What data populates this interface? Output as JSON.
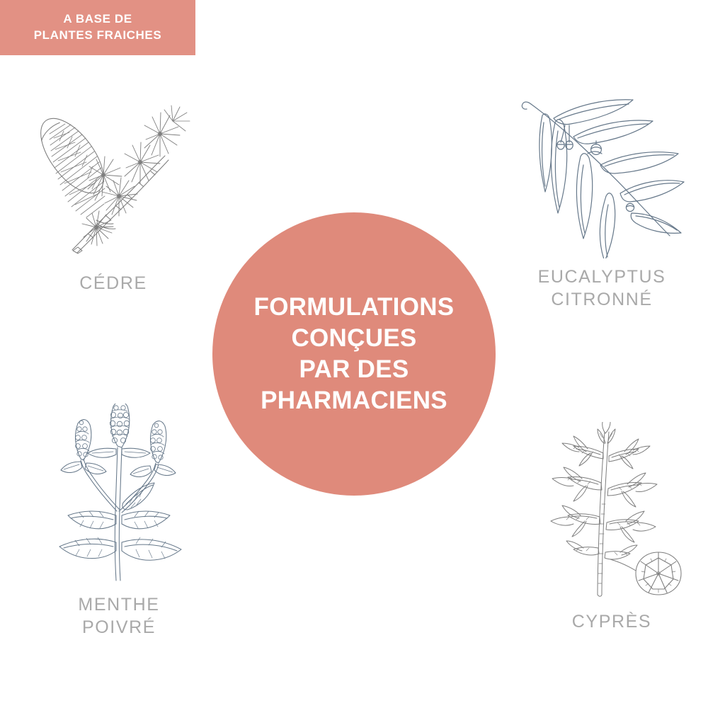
{
  "colors": {
    "background": "#ffffff",
    "banner_coral": "#e29184",
    "circle_coral": "#df8a7b",
    "label_gray": "#a9a9a9",
    "illustration_warm_gray": "#7d7d7d",
    "illustration_blue_gray": "#66788a",
    "text_white": "#ffffff"
  },
  "banner": {
    "line1": "A BASE DE",
    "line2": "PLANTES FRAICHES"
  },
  "circle": {
    "line1": "FORMULATIONS",
    "line2": "CONÇUES",
    "line3": "PAR DES",
    "line4": "PHARMACIENS"
  },
  "plants": [
    {
      "id": "cedre",
      "label": "CÉDRE",
      "icon": "cedar-branch-illustration",
      "position": "top-left"
    },
    {
      "id": "eucalyptus",
      "label": "EUCALYPTUS\nCITRONNÉ",
      "icon": "eucalyptus-branch-illustration",
      "position": "top-right"
    },
    {
      "id": "menthe",
      "label": "MENTHE\nPOIVRÉ",
      "icon": "peppermint-plant-illustration",
      "position": "bottom-left"
    },
    {
      "id": "cypres",
      "label": "CYPRÈS",
      "icon": "cypress-branch-illustration",
      "position": "bottom-right"
    }
  ]
}
